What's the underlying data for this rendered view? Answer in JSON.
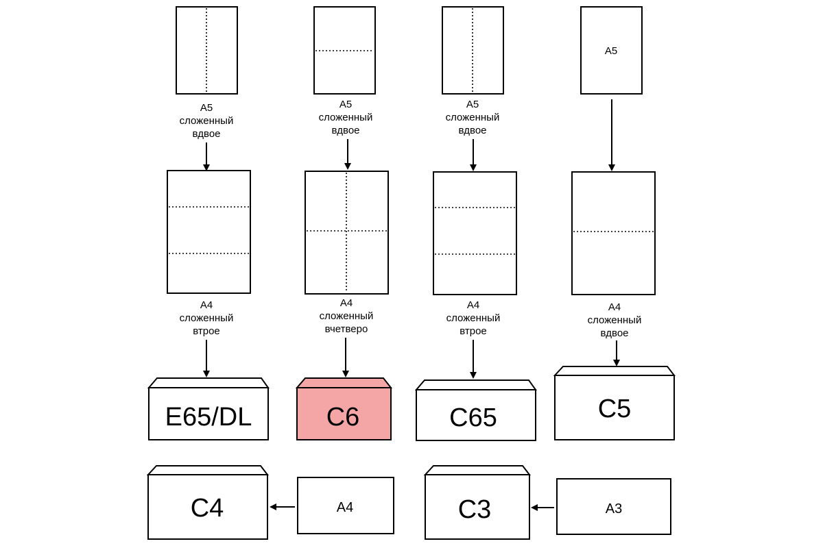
{
  "columns": [
    {
      "id": "dl",
      "top_label": "",
      "top_caption": [
        "A5",
        "сложенный",
        "вдвое"
      ],
      "mid_caption": [
        "A4",
        "сложенный",
        "втрое"
      ],
      "envelope": "E65/DL",
      "highlight": false
    },
    {
      "id": "c6",
      "top_label": "",
      "top_caption": [
        "A5",
        "сложенный",
        "вдвое"
      ],
      "mid_caption": [
        "A4",
        "сложенный",
        "вчетверо"
      ],
      "envelope": "C6",
      "highlight": true
    },
    {
      "id": "c65",
      "top_label": "",
      "top_caption": [
        "A5",
        "сложенный",
        "вдвое"
      ],
      "mid_caption": [
        "A4",
        "сложенный",
        "втрое"
      ],
      "envelope": "C65",
      "highlight": false
    },
    {
      "id": "c5",
      "top_label": "A5",
      "top_caption": [],
      "mid_caption": [
        "A4",
        "сложенный",
        "вдвое"
      ],
      "envelope": "C5",
      "highlight": false
    }
  ],
  "bottom": [
    {
      "envelope": "C4",
      "sheet": "A4"
    },
    {
      "envelope": "C3",
      "sheet": "A3"
    }
  ],
  "colors": {
    "stroke": "#000000",
    "highlight_fill": "#f4a6a6",
    "background": "#ffffff"
  }
}
